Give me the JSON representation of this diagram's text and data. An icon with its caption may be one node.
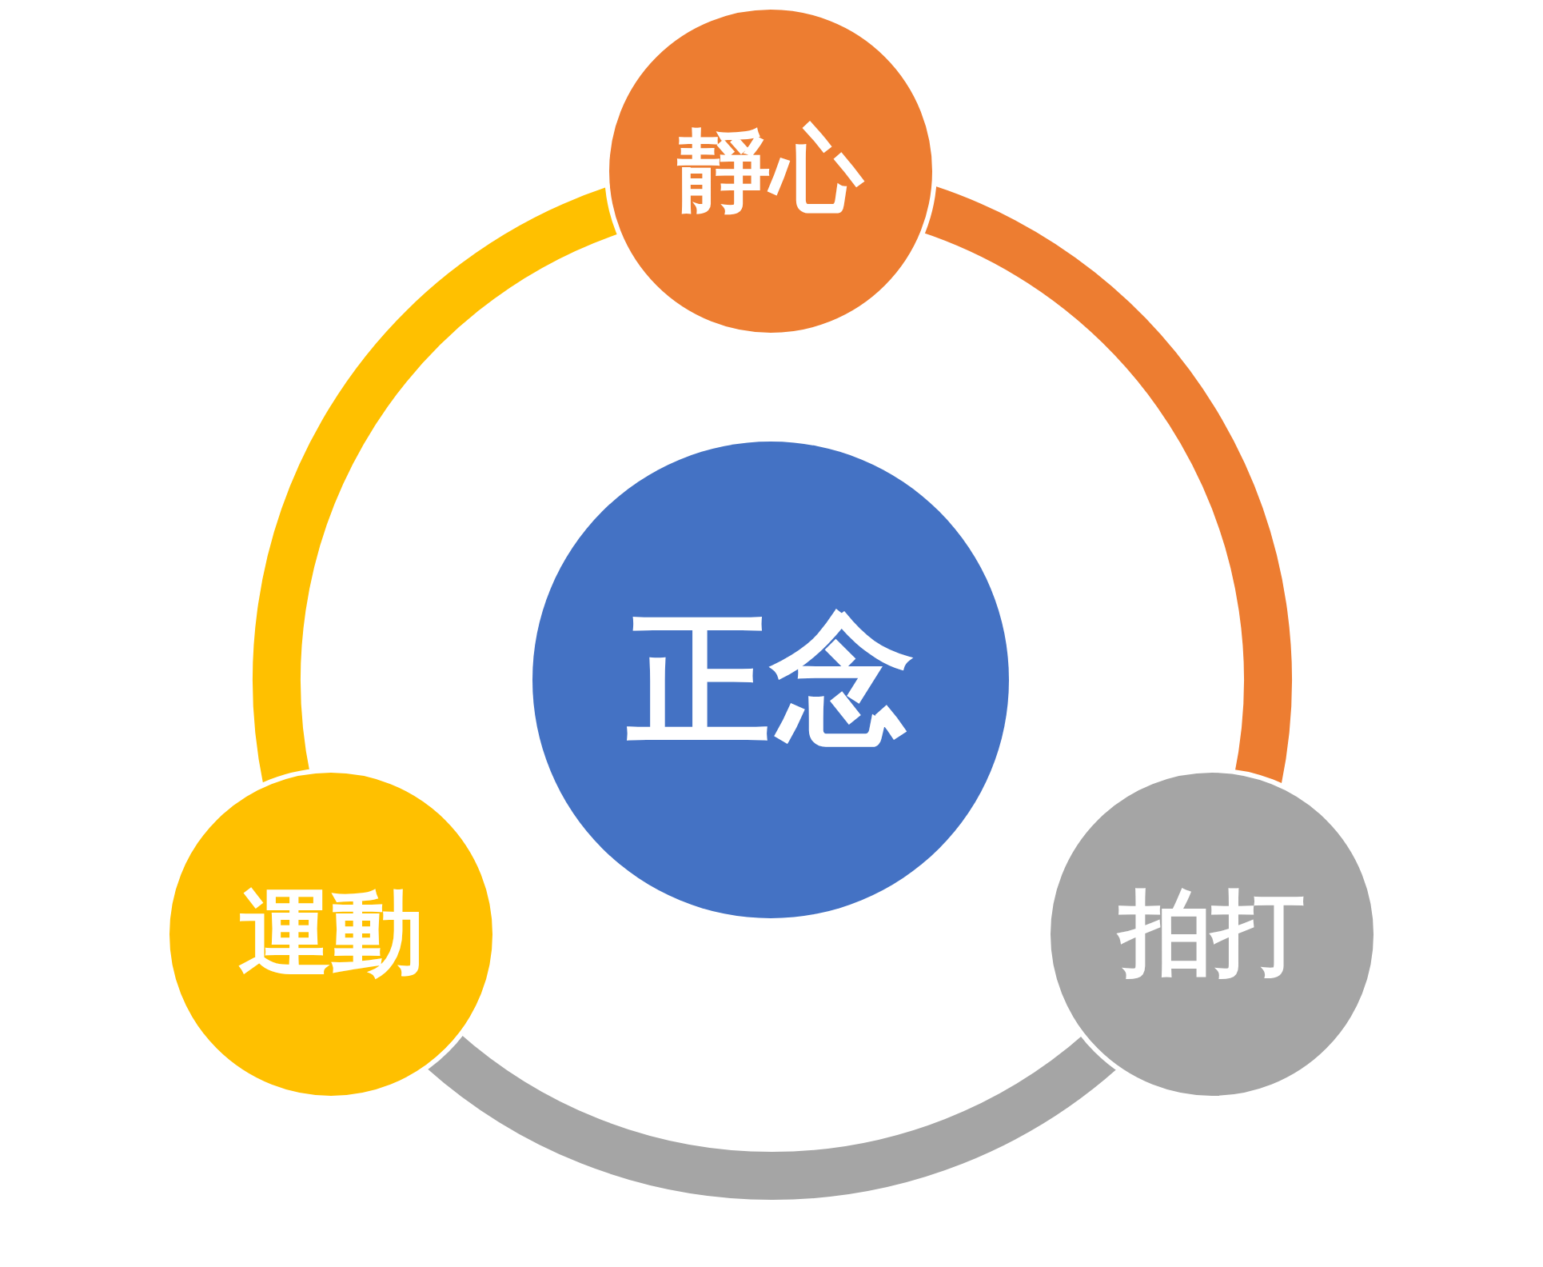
{
  "diagram": {
    "nodes": [
      {
        "text": [
          "靜心"
        ]
      },
      {
        "text": [
          "正念"
        ]
      },
      {
        "text": [
          "運動"
        ]
      },
      {
        "text": [
          "拍打"
        ]
      }
    ],
    "edges": [
      {
        "from": 0,
        "to": 3,
        "arrow": "none",
        "color": "#ed7d31"
      },
      {
        "from": 3,
        "to": 2,
        "arrow": "none",
        "color": "#a5a5a5"
      },
      {
        "from": 2,
        "to": 0,
        "arrow": "none",
        "color": "#ffc000"
      }
    ]
  }
}
